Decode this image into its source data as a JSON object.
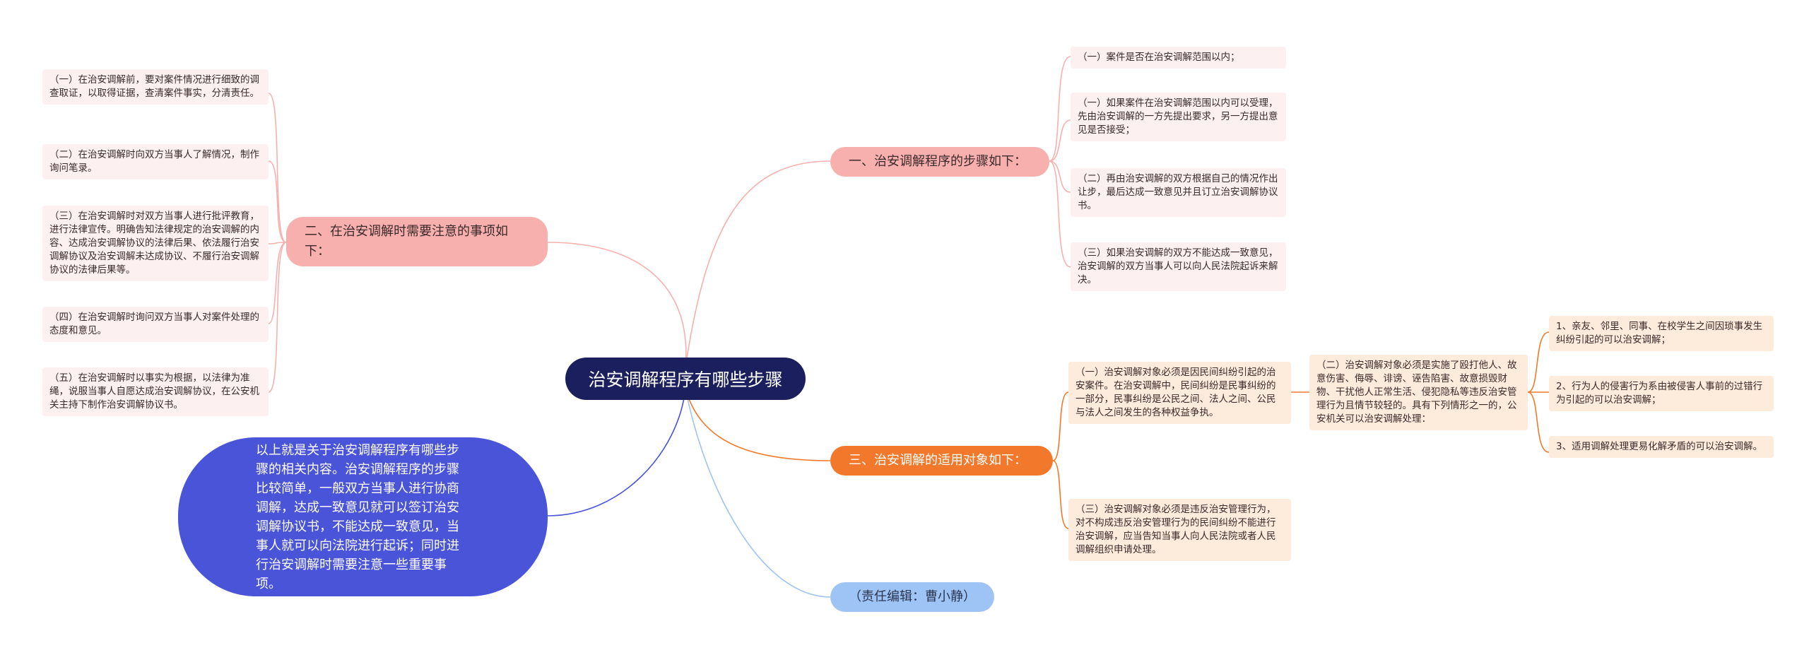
{
  "root": {
    "title": "治安调解程序有哪些步骤"
  },
  "branches": {
    "steps": {
      "label": "一、治安调解程序的步骤如下：",
      "items": [
        "（一）案件是否在治安调解范围以内；",
        "（一）如果案件在治安调解范围以内可以受理，先由治安调解的一方先提出要求，另一方提出意见是否接受；",
        "（二）再由治安调解的双方根据自己的情况作出让步，最后达成一致意见并且订立治安调解协议书。",
        "（三）如果治安调解的双方不能达成一致意见，治安调解的双方当事人可以向人民法院起诉来解决。"
      ]
    },
    "notes": {
      "label": "二、在治安调解时需要注意的事项如下：",
      "items": [
        "（一）在治安调解前，要对案件情况进行细致的调查取证，以取得证据，查清案件事实，分清责任。",
        "（二）在治安调解时向双方当事人了解情况，制作询问笔录。",
        "（三）在治安调解时对双方当事人进行批评教育，进行法律宣传。明确告知法律规定的治安调解的内容、达成治安调解协议的法律后果、依法履行治安调解协议及治安调解未达成协议、不履行治安调解协议的法律后果等。",
        "（四）在治安调解时询问双方当事人对案件处理的态度和意见。",
        "（五）在治安调解时以事实为根据，以法律为准绳，说服当事人自愿达成治安调解协议，在公安机关主持下制作治安调解协议书。"
      ]
    },
    "scope": {
      "label": "三、治安调解的适用对象如下：",
      "items": [
        "（一）治安调解对象必须是因民间纠纷引起的治安案件。在治安调解中，民间纠纷是民事纠纷的一部分，民事纠纷是公民之间、法人之间、公民与法人之间发生的各种权益争执。",
        "（三）治安调解对象必须是违反治安管理行为，对不构成违反治安管理行为的民间纠纷不能进行治安调解，应当告知当事人向人民法院或者人民调解组织申请处理。"
      ],
      "sub": {
        "label": "（二）治安调解对象必须是实施了殴打他人、故意伤害、侮辱、诽谤、诬告陷害、故意损毁财物、干扰他人正常生活、侵犯隐私等违反治安管理行为且情节较轻的。具有下列情形之一的，公安机关可以治安调解处理：",
        "items": [
          "1、亲友、邻里、同事、在校学生之间因琐事发生纠纷引起的可以治安调解；",
          "2、行为人的侵害行为系由被侵害人事前的过错行为引起的可以治安调解；",
          "3、适用调解处理更易化解矛盾的可以治安调解。"
        ]
      }
    },
    "summary": {
      "label": "以上就是关于治安调解程序有哪些步骤的相关内容。治安调解程序的步骤比较简单，一般双方当事人进行协商调解，达成一致意见就可以签订治安调解协议书，不能达成一致意见，当事人就可以向法院进行起诉；同时进行治安调解时需要注意一些重要事项。"
    },
    "editor": {
      "label": "（责任编辑：曹小静）"
    }
  },
  "colors": {
    "root": "#1c1f5e",
    "pink": "#f7b0ae",
    "orange": "#f2792b",
    "blue": "#9ec3f5",
    "summary": "#4a54d8"
  }
}
